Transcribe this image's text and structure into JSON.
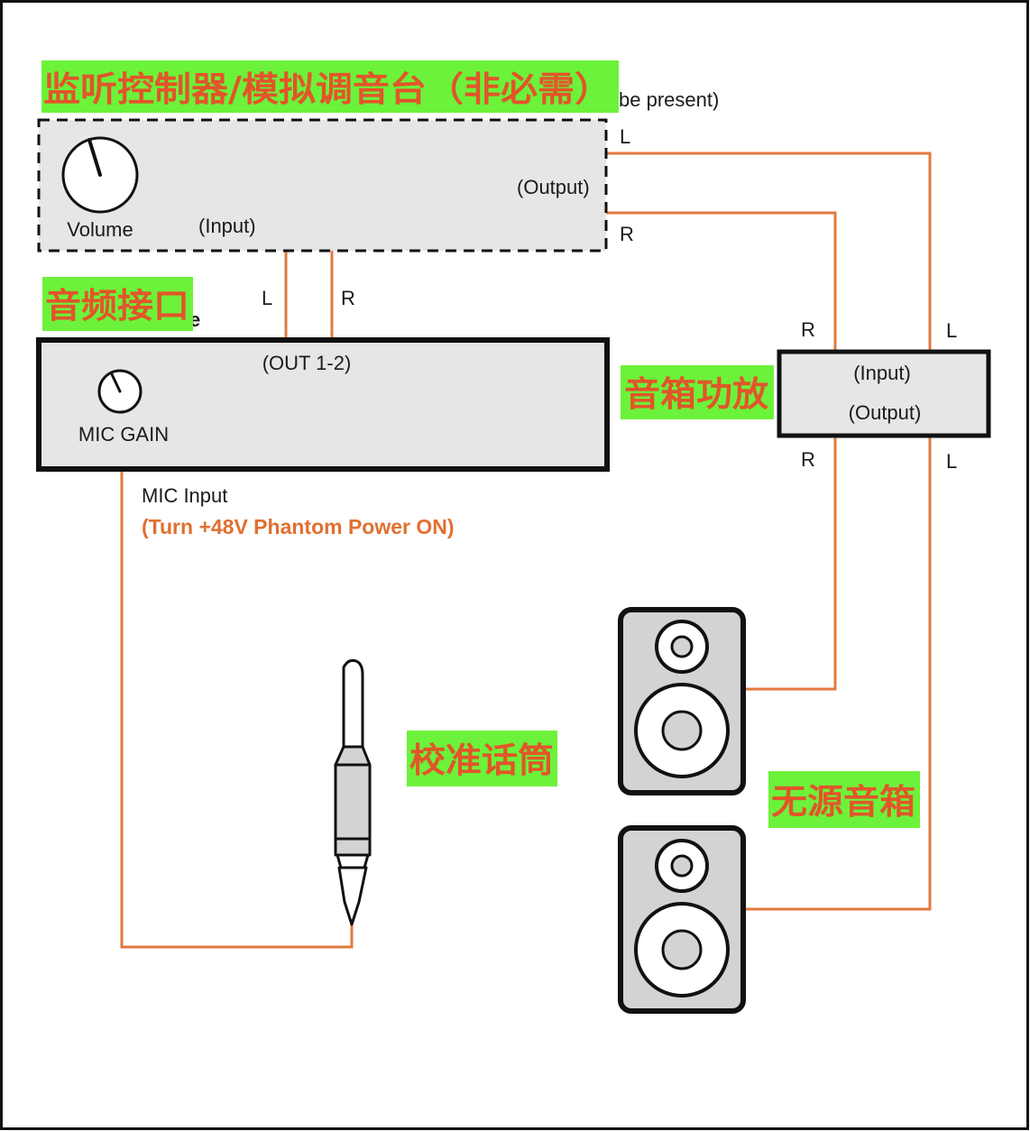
{
  "colors": {
    "cable": "#e07a3f",
    "highlight": "#6cf23a",
    "annotation": "#e2552a",
    "panel_fill": "#e6e6e6",
    "outline": "#111111",
    "speaker_fill": "#d3d3d3"
  },
  "overlay_labels": {
    "monitor_controller": "监听控制器/模拟调音台（非必需）",
    "audio_interface": "音频接口",
    "amplifier": "音箱功放",
    "calibration_mic": "校准话筒",
    "passive_speakers": "无源音箱"
  },
  "monitor_controller": {
    "partial_text": "be present)",
    "knob_label": "Volume",
    "input_label": "(Input)",
    "output_label": "(Output)",
    "out_l": "L",
    "out_r": "R"
  },
  "cables": {
    "interface_out_l": "L",
    "interface_out_r": "R"
  },
  "audio_interface": {
    "partial_title": "e",
    "out_label": "(OUT 1-2)",
    "gain_label": "MIC GAIN",
    "mic_input_label": "MIC Input",
    "phantom_note": "(Turn +48V Phantom Power ON)"
  },
  "amplifier": {
    "input_label": "(Input)",
    "output_label": "(Output)",
    "in_r": "R",
    "in_l": "L",
    "out_r": "R",
    "out_l": "L"
  },
  "icons": {
    "volume_knob": "knob-icon",
    "gain_knob": "knob-icon",
    "microphone": "measurement-microphone-icon",
    "speaker": "speaker-icon"
  }
}
